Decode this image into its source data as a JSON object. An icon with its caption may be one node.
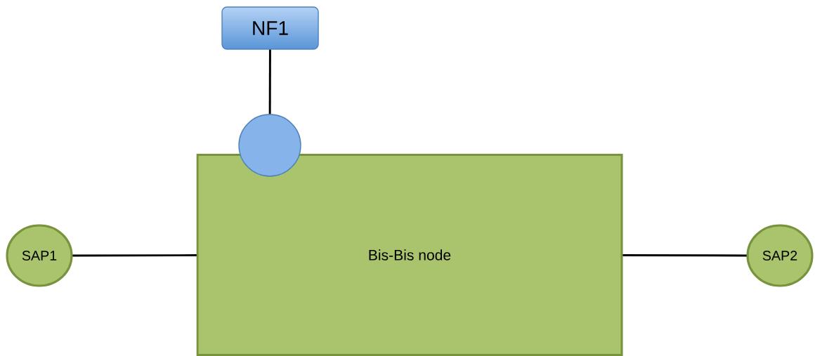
{
  "diagram": {
    "nodes": [
      {
        "text": [
          "NF1"
        ]
      },
      {
        "text": [
          "Bis-Bis node"
        ]
      },
      {
        "text": [],
        "shape": "circle"
      },
      {
        "text": [
          "SAP1"
        ]
      },
      {
        "text": [
          "SAP2"
        ]
      }
    ],
    "edges": [
      {
        "from": 0,
        "to": 2,
        "arrow": "none"
      },
      {
        "from": 3,
        "to": 1,
        "arrow": "none"
      },
      {
        "from": 1,
        "to": 4,
        "arrow": "none"
      }
    ]
  }
}
